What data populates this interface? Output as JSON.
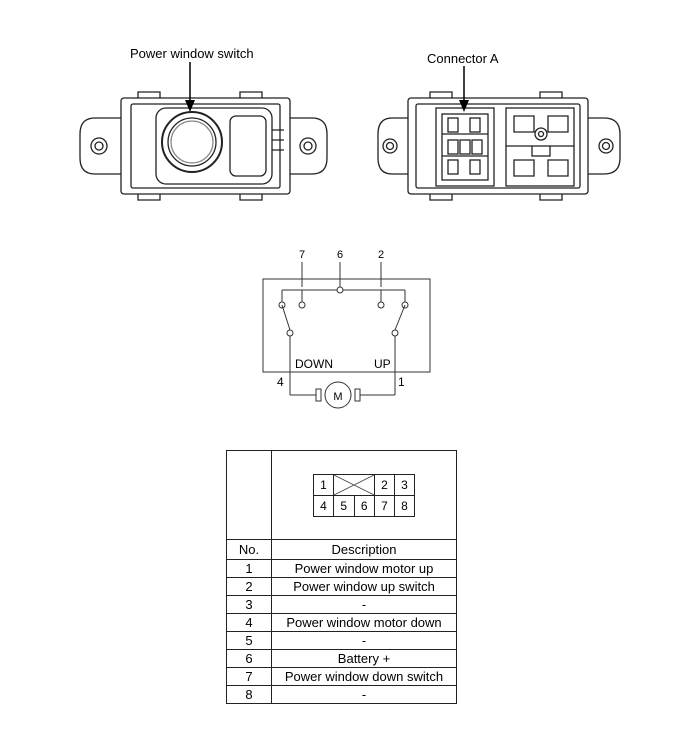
{
  "labels": {
    "switch_label": "Power window switch",
    "connector_label": "Connector A"
  },
  "circuit": {
    "pin_top_left": "7",
    "pin_top_mid": "6",
    "pin_top_right": "2",
    "down_label": "DOWN",
    "up_label": "UP",
    "pin_bottom_left": "4",
    "pin_bottom_right": "1",
    "motor_label": "M"
  },
  "connector_grid": {
    "row1": [
      "1",
      "",
      "2",
      "3"
    ],
    "row2": [
      "4",
      "5",
      "6",
      "7",
      "8"
    ]
  },
  "table": {
    "header_no": "No.",
    "header_desc": "Description",
    "rows": [
      {
        "no": "1",
        "desc": "Power window motor up"
      },
      {
        "no": "2",
        "desc": "Power window up switch"
      },
      {
        "no": "3",
        "desc": "-"
      },
      {
        "no": "4",
        "desc": "Power window motor down"
      },
      {
        "no": "5",
        "desc": "-"
      },
      {
        "no": "6",
        "desc": "Battery +"
      },
      {
        "no": "7",
        "desc": "Power window down switch"
      },
      {
        "no": "8",
        "desc": "-"
      }
    ]
  }
}
